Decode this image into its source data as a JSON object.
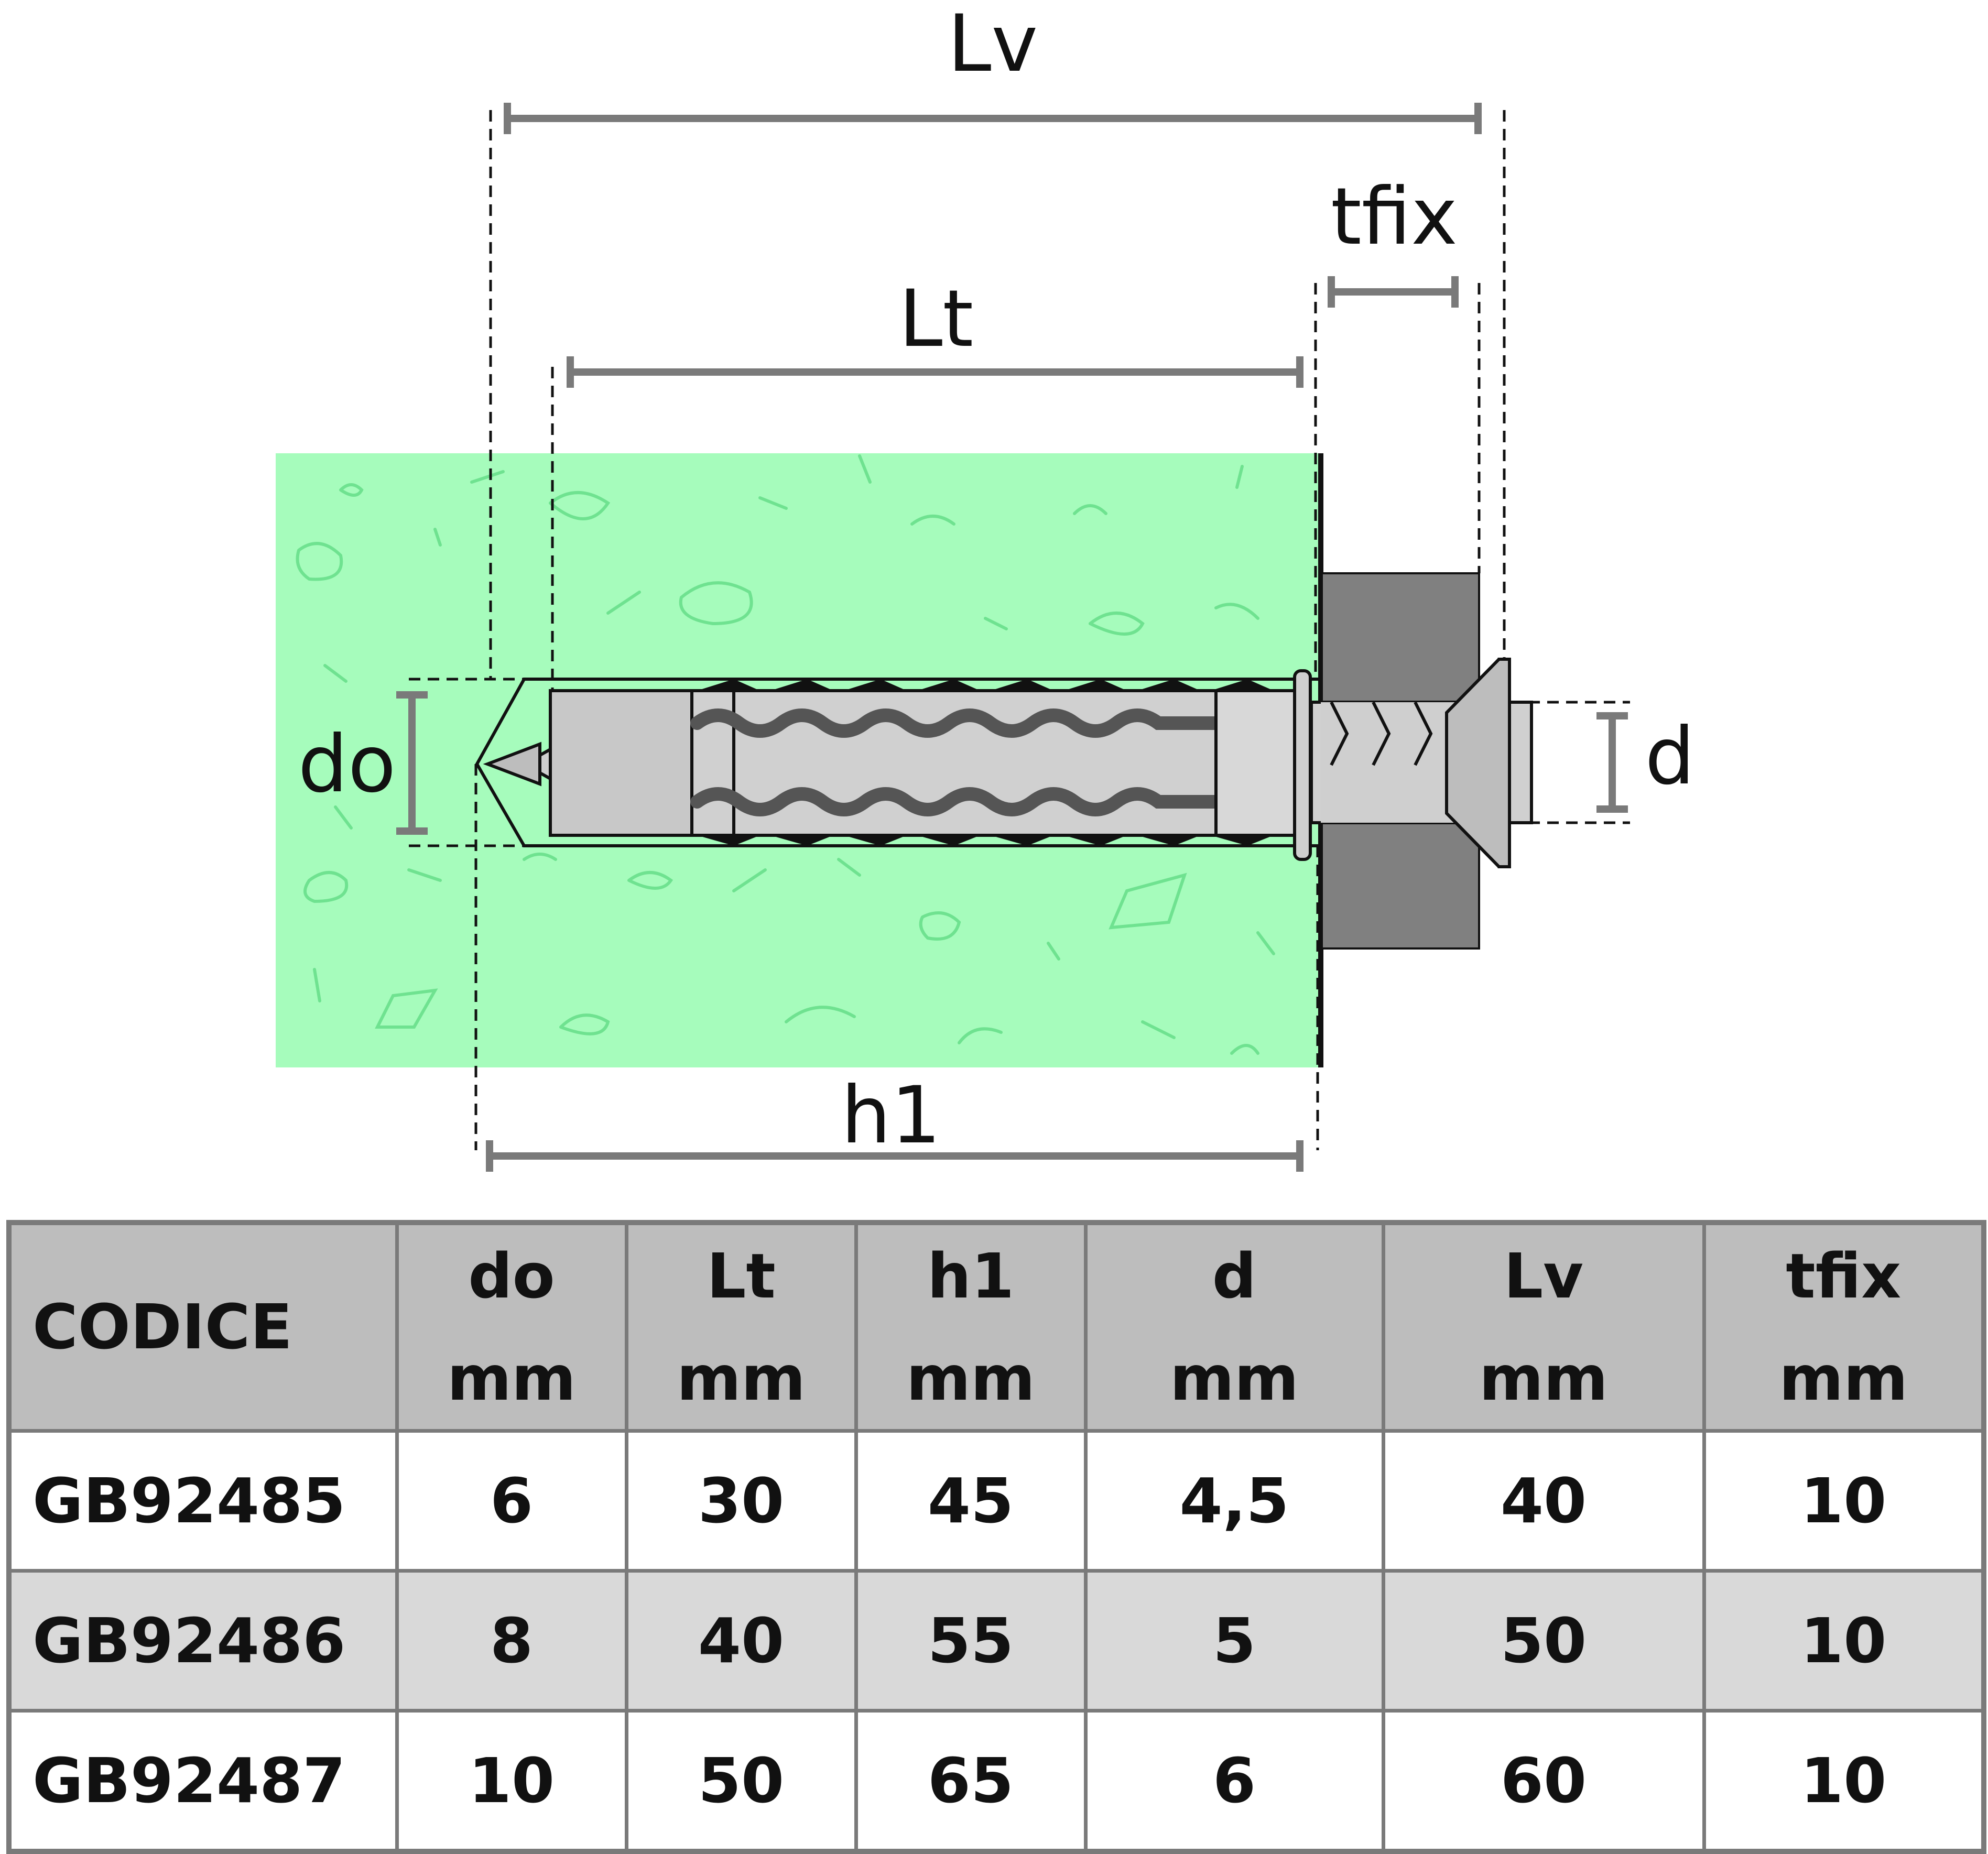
{
  "diagram": {
    "dimension_labels": {
      "Lv": "Lv",
      "tfix": "tfix",
      "Lt": "Lt",
      "do": "do",
      "d": "d",
      "h1": "h1"
    },
    "colors": {
      "base_material": "#a6fcbc",
      "base_material_marks": "#6fe290",
      "fixture": "#808080",
      "dimension_line": "#7a7a7a",
      "anchor": "#d0d0d0",
      "outline": "#111111"
    }
  },
  "table": {
    "headers": [
      {
        "label": "CODICE",
        "unit": ""
      },
      {
        "label": "do",
        "unit": "mm"
      },
      {
        "label": "Lt",
        "unit": "mm"
      },
      {
        "label": "h1",
        "unit": "mm"
      },
      {
        "label": "d",
        "unit": "mm"
      },
      {
        "label": "Lv",
        "unit": "mm"
      },
      {
        "label": "tfix",
        "unit": "mm"
      }
    ],
    "rows": [
      [
        "GB92485",
        "6",
        "30",
        "45",
        "4,5",
        "40",
        "10"
      ],
      [
        "GB92486",
        "8",
        "40",
        "55",
        "5",
        "50",
        "10"
      ],
      [
        "GB92487",
        "10",
        "50",
        "65",
        "6",
        "60",
        "10"
      ]
    ],
    "colors": {
      "header_bg": "#bdbdbd",
      "alt_row_bg": "#d9d9d9",
      "border": "#7a7a7a"
    }
  }
}
